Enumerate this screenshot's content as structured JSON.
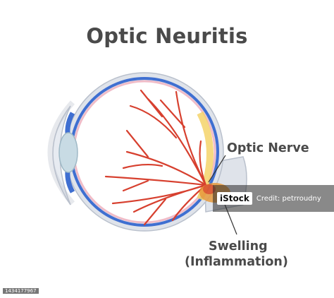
{
  "title": "Optic Neuritis",
  "labels": {
    "optic_nerve": "Optic Nerve",
    "swelling_line1": "Swelling",
    "swelling_line2": "(Inflammation)"
  },
  "watermark": {
    "logo": "iStock",
    "credit": "Credit: petrroudny"
  },
  "stock_id": "1434177967",
  "colors": {
    "title": "#4a4a4a",
    "sclera": "#dfe3ea",
    "sclera_outline": "#b9c0cc",
    "choroid": "#3f6fd1",
    "retina_inner": "#f0bcc8",
    "vessels": "#d7402f",
    "lens": "#c8dbe4",
    "optic_nerve_glow": "#f4d36a",
    "swelling": "#e89a3c"
  },
  "icons": [
    "eye-cross-section",
    "optic-nerve-swelling",
    "blood-vessels"
  ]
}
